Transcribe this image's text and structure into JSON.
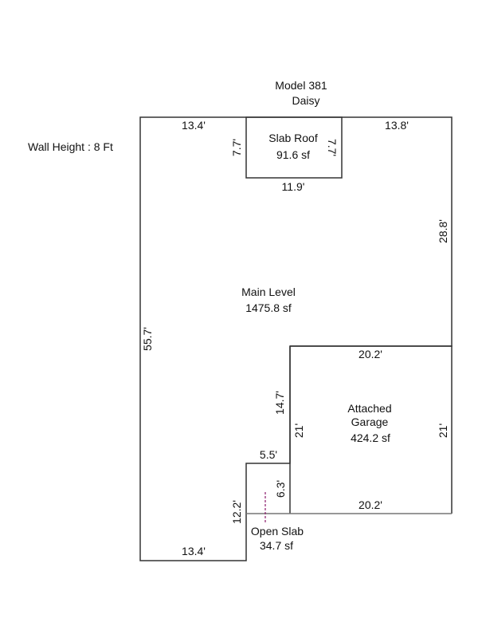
{
  "title": {
    "line1": "Model 381",
    "line2": "Daisy"
  },
  "wall_height": "Wall Height : 8 Ft",
  "areas": {
    "slab_roof": {
      "name": "Slab Roof",
      "area": "91.6 sf",
      "dims": {
        "left": "7.7'",
        "right": "7.7'",
        "bottom": "11.9'"
      }
    },
    "main_level": {
      "name": "Main Level",
      "area": "1475.8 sf",
      "dims": {
        "top_left": "13.4'",
        "top_right": "13.8'",
        "right": "28.8'",
        "left": "55.7'",
        "bottom": "13.4'",
        "notch_left": "14.7'",
        "slab_top": "5.5'",
        "slab_left": "12.2'"
      }
    },
    "garage": {
      "name_line1": "Attached",
      "name_line2": "Garage",
      "area": "424.2 sf",
      "dims": {
        "top": "20.2'",
        "bottom": "20.2'",
        "left": "21'",
        "right": "21'"
      }
    },
    "open_slab": {
      "name": "Open Slab",
      "area": "34.7 sf",
      "dims": {
        "right": "6.3'"
      }
    }
  },
  "colors": {
    "wall": "#333333",
    "shared_wall": "#777777",
    "marker": "#8b1a6b"
  }
}
